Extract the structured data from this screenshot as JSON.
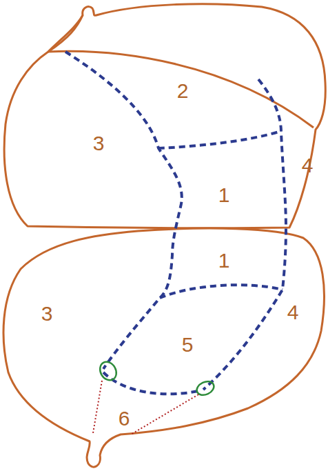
{
  "diagram": {
    "labels": [
      "2",
      "3",
      "4",
      "1",
      "1",
      "3",
      "4",
      "5",
      "6"
    ]
  }
}
